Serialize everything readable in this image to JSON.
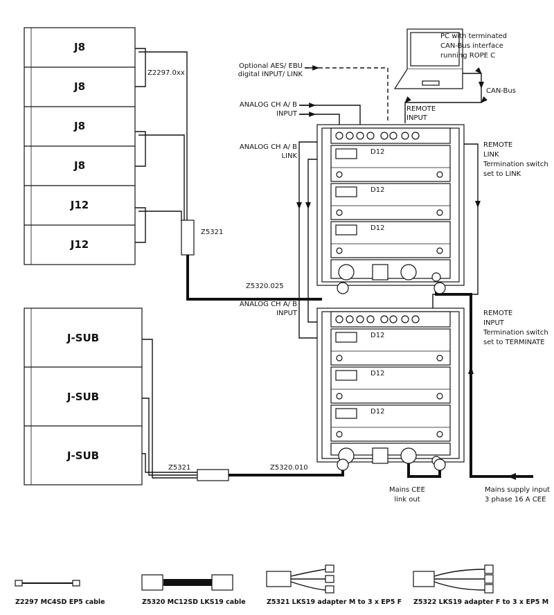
{
  "speakers_top": [
    "J8",
    "J8",
    "J8",
    "J8",
    "J12",
    "J12"
  ],
  "speakers_sub": [
    "J-SUB",
    "J-SUB",
    "J-SUB"
  ],
  "amp_model": "D12",
  "labels": {
    "pc": [
      "PC with terminated",
      "CAN-Bus interface",
      "running ROPE C"
    ],
    "canbus": "CAN-Bus",
    "aes": [
      "Optional AES/ EBU",
      "digital INPUT/ LINK"
    ],
    "analog_input": [
      "ANALOG CH A/ B",
      "INPUT"
    ],
    "analog_link": [
      "ANALOG CH A/ B",
      "LINK"
    ],
    "remote_input": [
      "REMOTE",
      "INPUT"
    ],
    "remote_link": [
      "REMOTE",
      "LINK",
      "Termination switch",
      "set to LINK"
    ],
    "analog_input2": [
      "ANALOG CH A/ B",
      "INPUT"
    ],
    "remote_input2": [
      "REMOTE",
      "INPUT",
      "Termination switch",
      "set to TERMINATE"
    ],
    "z2297": "Z2297.0xx",
    "z5321_top": "Z5321",
    "z5320_025": "Z5320.025",
    "z5321_bot": "Z5321",
    "z5320_010": "Z5320.010",
    "mains_link": [
      "Mains CEE",
      "link out"
    ],
    "mains_in": [
      "Mains supply input",
      "3 phase 16 A CEE"
    ]
  },
  "legend": [
    "Z2297 MC4SD EP5 cable",
    "Z5320 MC12SD LKS19 cable",
    "Z5321 LKS19 adapter M to 3 x EP5 F",
    "Z5322 LKS19 adapter F to 3 x EP5 M"
  ]
}
